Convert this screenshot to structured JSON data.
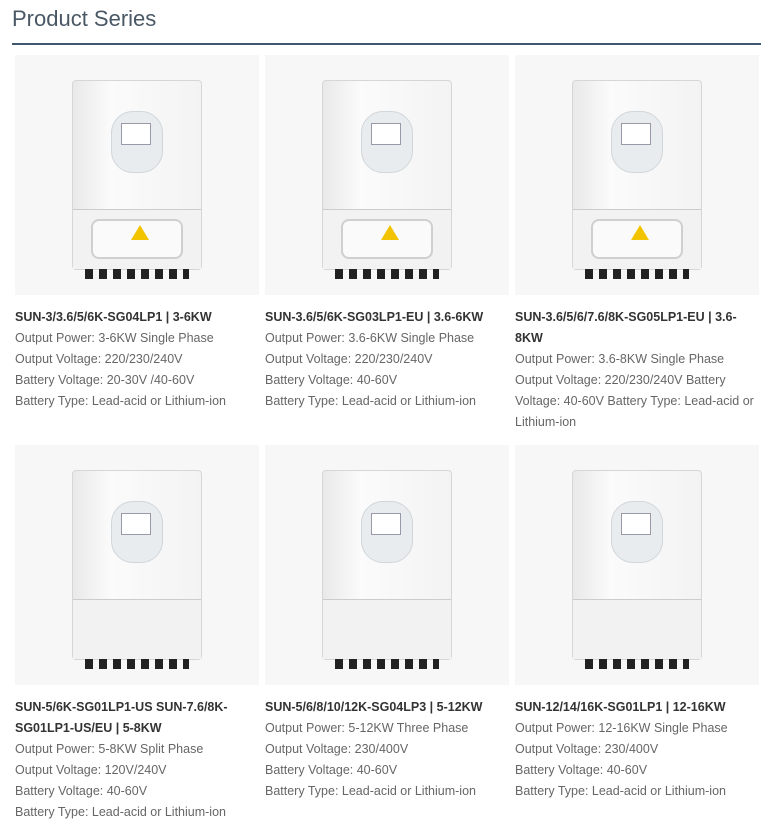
{
  "header": {
    "title": "Product Series"
  },
  "products": [
    {
      "name": "SUN-3/3.6/5/6K-SG04LP1 | 3-6KW",
      "specs": [
        "Output Power: 3-6KW Single Phase",
        "Output Voltage: 220/230/240V",
        "Battery Voltage: 20-30V /40-60V",
        "Battery Type: Lead-acid or Lithium-ion"
      ]
    },
    {
      "name": "SUN-3.6/5/6K-SG03LP1-EU | 3.6-6KW",
      "specs": [
        "Output Power: 3.6-6KW Single Phase",
        "Output Voltage: 220/230/240V",
        "Battery Voltage: 40-60V",
        "Battery Type: Lead-acid or Lithium-ion"
      ]
    },
    {
      "name": "SUN-3.6/5/6/7.6/8K-SG05LP1-EU | 3.6-8KW",
      "specs": [
        "Output Power: 3.6-8KW Single Phase",
        "Output Voltage: 220/230/240V Battery Voltage: 40-60V Battery Type: Lead-acid or Lithium-ion"
      ]
    },
    {
      "name": "SUN-5/6K-SG01LP1-US SUN-7.6/8K-SG01LP1-US/EU | 5-8KW",
      "specs": [
        "Output Power: 5-8KW Split Phase",
        "Output Voltage: 120V/240V",
        "Battery Voltage: 40-60V",
        "Battery Type: Lead-acid or Lithium-ion"
      ]
    },
    {
      "name": "SUN-5/6/8/10/12K-SG04LP3 | 5-12KW",
      "specs": [
        "Output Power: 5-12KW Three Phase",
        "Output Voltage: 230/400V",
        "Battery Voltage: 40-60V",
        "Battery Type: Lead-acid or Lithium-ion"
      ]
    },
    {
      "name": "SUN-12/14/16K-SG01LP1 | 12-16KW",
      "specs": [
        "Output Power: 12-16KW Single Phase",
        "Output Voltage: 230/400V",
        "Battery Voltage: 40-60V",
        "Battery Type: Lead-acid or Lithium-ion"
      ]
    }
  ]
}
